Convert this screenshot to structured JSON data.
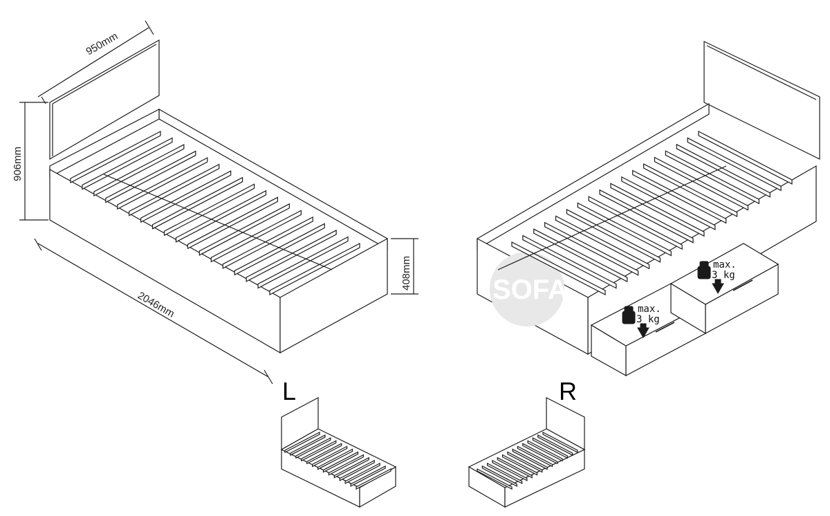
{
  "dimensions": {
    "width": "950mm",
    "height": "906mm",
    "length": "2046mm",
    "frame_height": "408mm"
  },
  "variants": {
    "left_label": "L",
    "right_label": "R"
  },
  "drawers": {
    "load_max": "max.",
    "load_value": "3 kg"
  },
  "watermark": {
    "text": "SOFA",
    "color": "#e8e8e8"
  }
}
